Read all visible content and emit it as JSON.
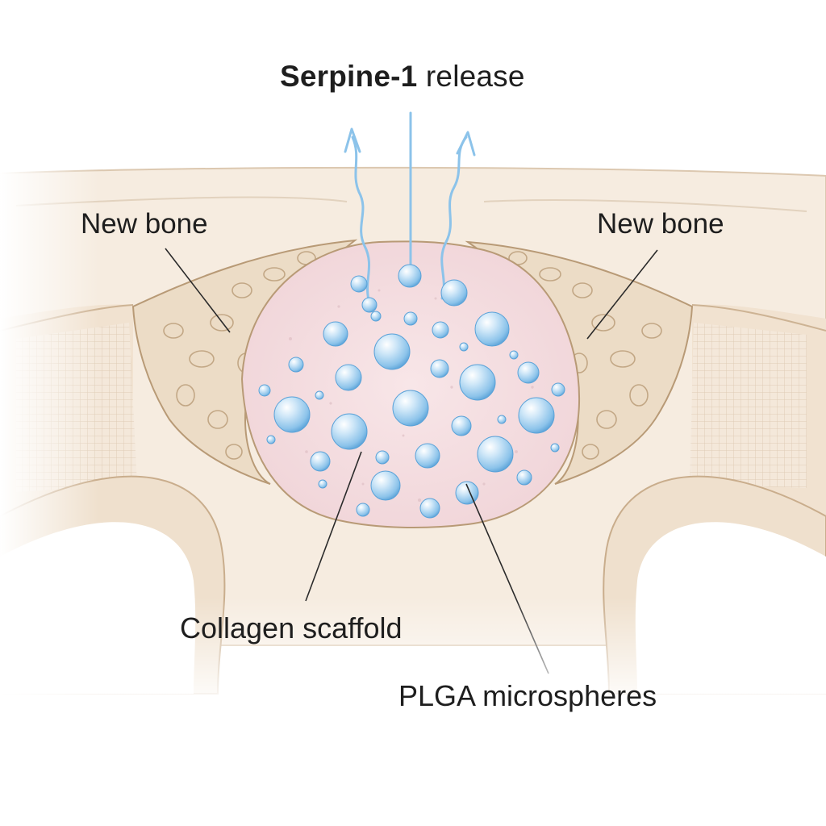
{
  "title": {
    "bold": "Serpine-1",
    "rest": " release"
  },
  "labels": {
    "new_bone_left": "New bone",
    "new_bone_right": "New bone",
    "collagen_scaffold": "Collagen scaffold",
    "plga_microspheres": "PLGA microspheres"
  },
  "colors": {
    "bone": "#f3e6d6",
    "bone_edge": "#c9ad8c",
    "trabecular": "#e9d8c0",
    "scaffold": "#f5dde0",
    "sphere": "#8cc3ea",
    "sphere_dark": "#5aa2d8",
    "release_arrow": "#8cc3ea"
  }
}
